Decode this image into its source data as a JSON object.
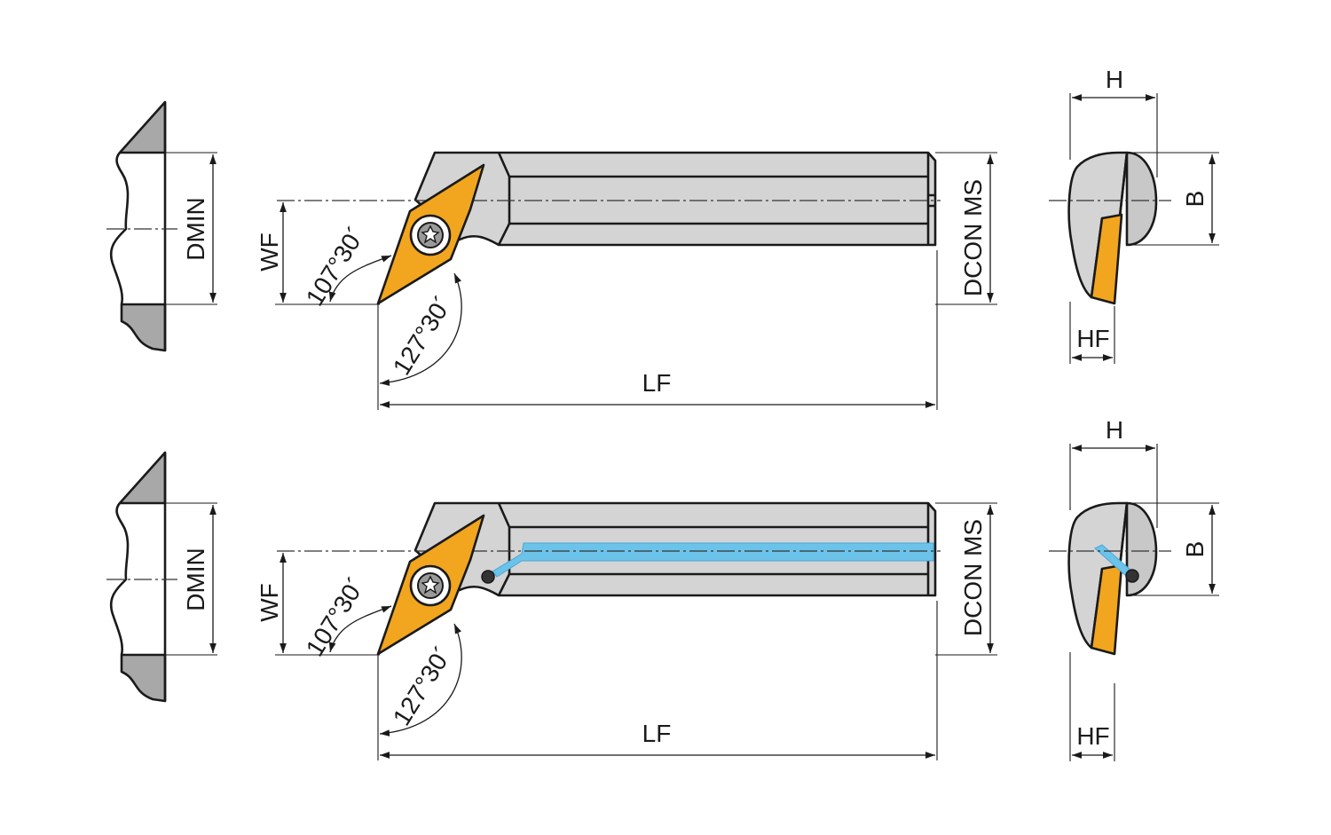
{
  "labels": {
    "dmin": "DMIN",
    "wf": "WF",
    "angle_107": "107°30´",
    "angle_127": "127°30´",
    "lf": "LF",
    "dcon": "DCON MS",
    "h": "H",
    "b": "B",
    "hf": "HF"
  },
  "colors": {
    "insert": "#f2a51e",
    "steel": "#d4d4d4",
    "coolant": "#6cc3ea"
  }
}
